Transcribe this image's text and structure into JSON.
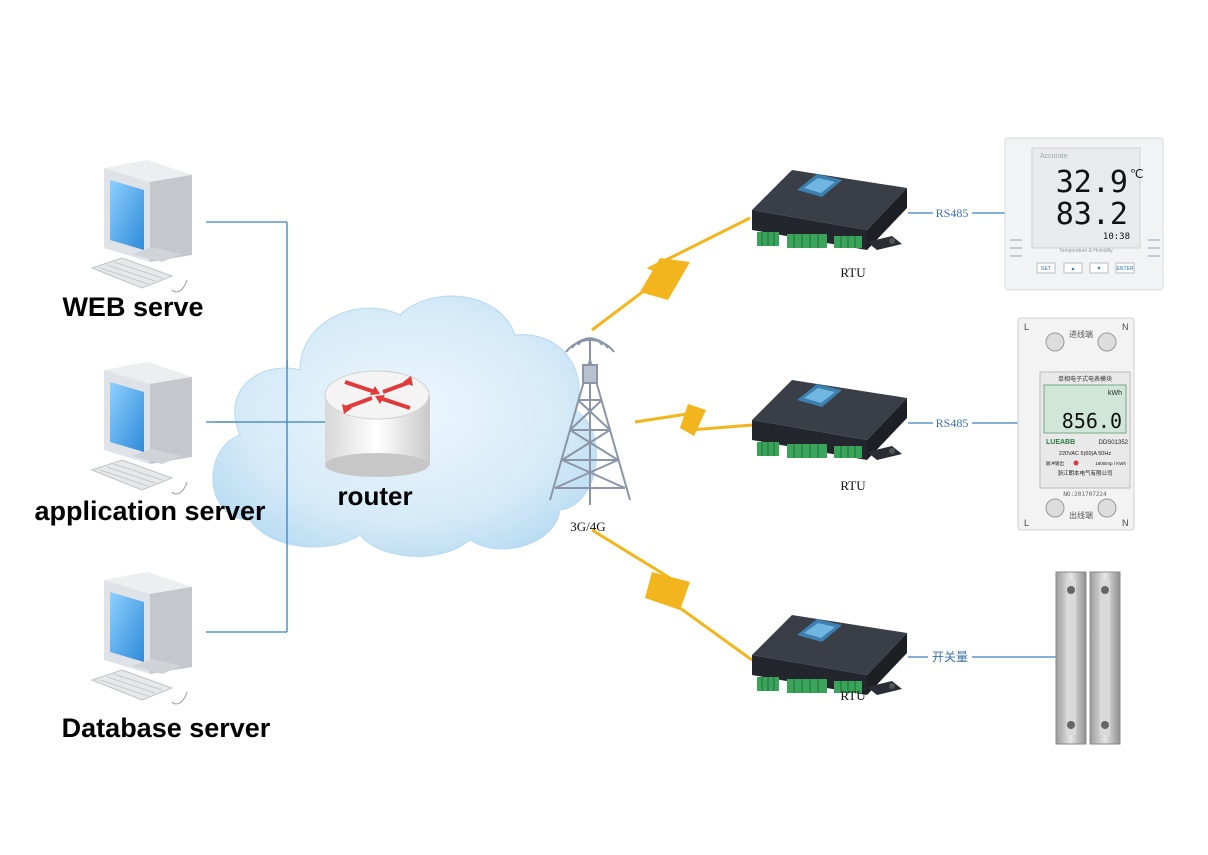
{
  "servers": [
    {
      "label": "WEB serve"
    },
    {
      "label": "application server"
    },
    {
      "label": "Database server"
    }
  ],
  "router": {
    "label": "router"
  },
  "tower": {
    "label": "3G/4G"
  },
  "rtus": [
    {
      "label": "RTU",
      "link_label": "RS485"
    },
    {
      "label": "RTU",
      "link_label": "RS485"
    },
    {
      "label": "RTU",
      "link_label": "开关量"
    }
  ],
  "sensors": {
    "temp_humidity": {
      "brand": "Accurate",
      "temperature": "32.9",
      "temp_unit": "℃",
      "humidity": "83.2",
      "time": "10:38",
      "caption": "Temperature & Humidity",
      "buttons": [
        "SET",
        "▲",
        "▼",
        "ENTER"
      ]
    },
    "energy_meter": {
      "terminal_l": "L",
      "terminal_n": "N",
      "top_label": "进线端",
      "title": "单相电子式电表模块",
      "unit": "kWh",
      "reading": "856.0",
      "brand": "LUEABB",
      "model": "DDS01352",
      "spec": "220VAC 5(60)A 50Hz",
      "pulse": "1600imp / KWh",
      "pulse_label": "脉冲输出",
      "maker": "浙江朗本电气有限公司",
      "serial": "NO:201707224",
      "bottom_label": "出线端"
    }
  },
  "colors": {
    "link_line": "#3b7fc0",
    "lightning": "#f2b51d",
    "cloud": "#cfe6f7",
    "router_arrow": "#e03a3a",
    "monitor_screen": "#4aa8e8",
    "rtu_body": "#2b2f36",
    "rtu_terminal": "#3aa55a"
  }
}
